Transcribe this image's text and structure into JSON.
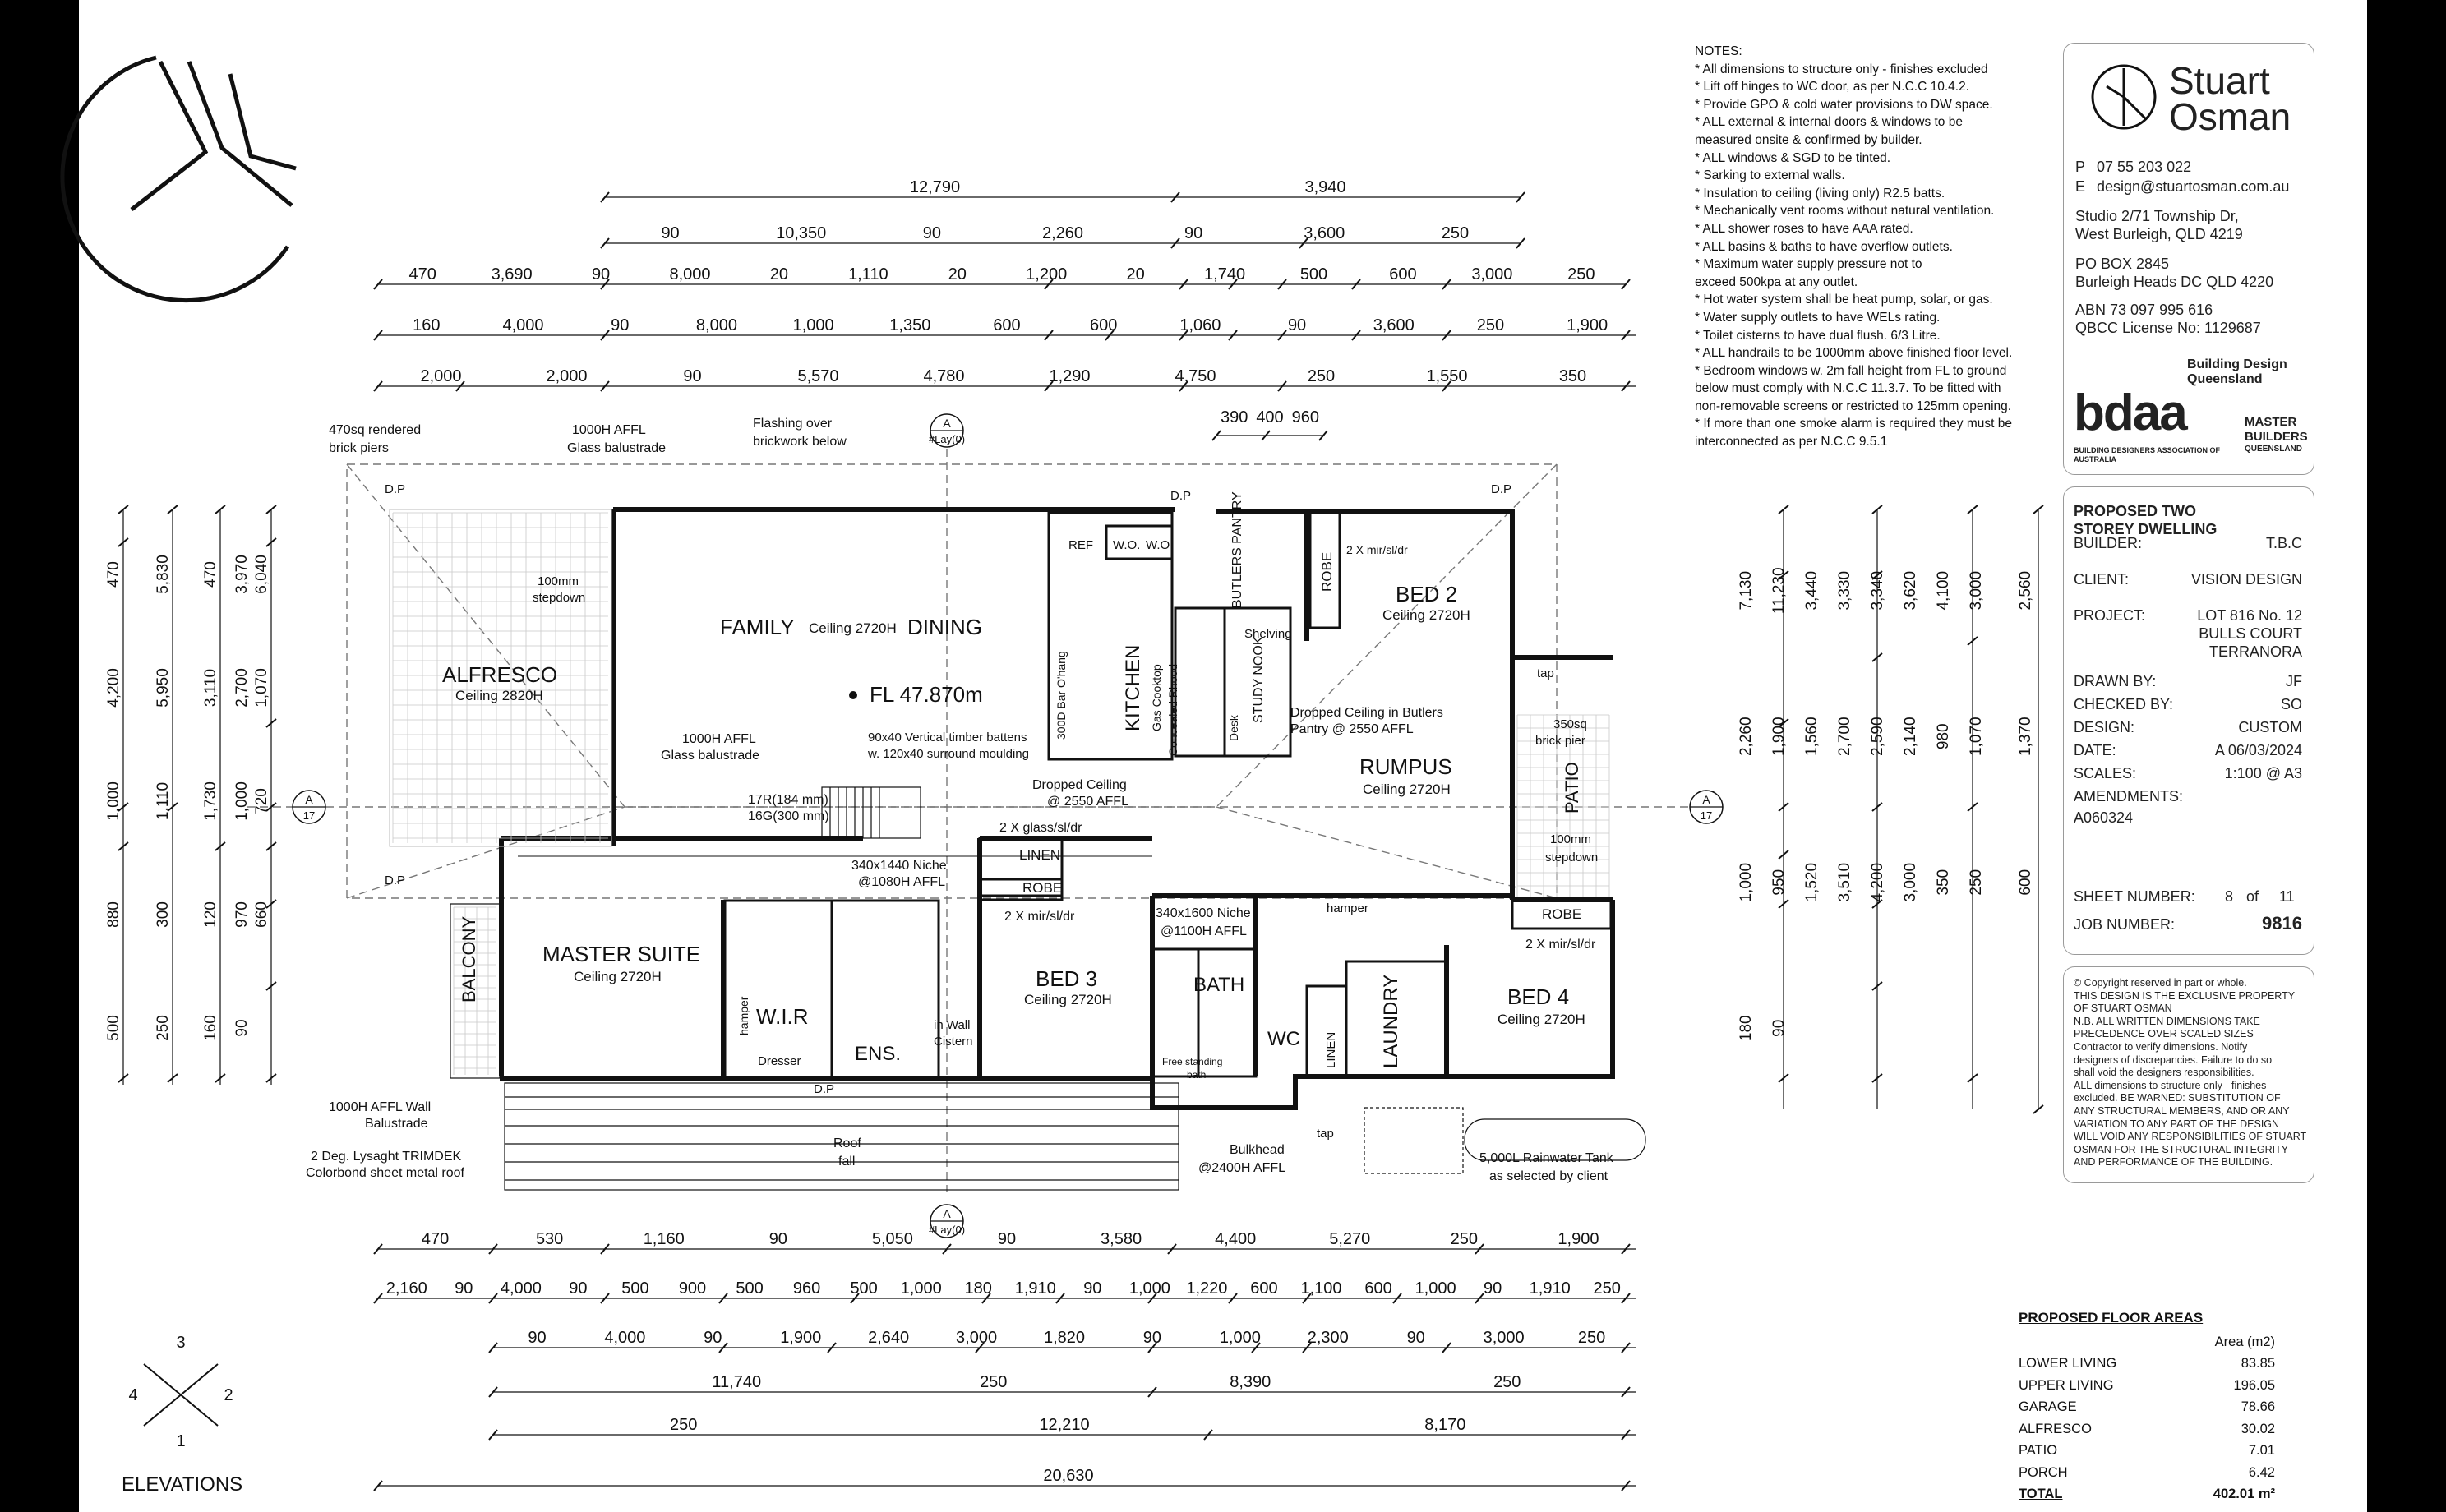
{
  "notes": {
    "heading": "NOTES:",
    "items": [
      "* All dimensions to structure only - finishes excluded",
      "* Lift off hinges to WC door, as per N.C.C 10.4.2.",
      "* Provide GPO & cold water provisions to DW space.",
      "* ALL external & internal doors & windows to be",
      "   measured onsite & confirmed by builder.",
      "* ALL windows & SGD to be tinted.",
      "* Sarking to external walls.",
      "* Insulation to ceiling (living only) R2.5 batts.",
      "* Mechanically vent rooms without natural ventilation.",
      "* ALL shower roses to have AAA rated.",
      "* ALL basins & baths to have overflow outlets.",
      "* Maximum water supply pressure not to",
      "   exceed 500kpa at any outlet.",
      "* Hot water system shall be heat pump, solar, or gas.",
      "* Water supply outlets to have WELs rating.",
      "* Toilet cisterns to have dual flush. 6/3 Litre.",
      "* ALL handrails to be 1000mm above finished floor level.",
      "* Bedroom windows w. 2m fall height from FL to ground",
      "   below must comply with N.C.C 11.3.7. To be fitted with",
      "   non-removable screens or restricted to 125mm opening.",
      "* If more than one smoke alarm is required they must be",
      "   interconnected as per N.C.C 9.5.1"
    ]
  },
  "firm": {
    "name_line1": "Stuart",
    "name_line2": "Osman",
    "phone_label": "P",
    "phone": "07 55 203 022",
    "email_label": "E",
    "email": "design@stuartosman.com.au",
    "address1": "Studio 2/71 Township Dr,",
    "address2": "West Burleigh, QLD 4219",
    "po1": "PO BOX 2845",
    "po2": "Burleigh Heads DC QLD 4220",
    "abn": "ABN 73 097 995 616",
    "qbcc": "QBCC License No: 1129687",
    "bdq": "Building Design Queensland",
    "bdaa": "bdaa",
    "bdaa_sub": "BUILDING DESIGNERS ASSOCIATION OF AUSTRALIA",
    "mb1": "MASTER",
    "mb2": "BUILDERS",
    "mb3": "QUEENSLAND"
  },
  "titleblock": {
    "project_title": "PROPOSED TWO STOREY DWELLING",
    "builder_label": "BUILDER:",
    "builder": "T.B.C",
    "client_label": "CLIENT:",
    "client": "VISION DESIGN",
    "project_label": "PROJECT:",
    "project1": "LOT 816 No. 12",
    "project2": "BULLS COURT",
    "project3": "TERRANORA",
    "drawn_label": "DRAWN BY:",
    "drawn": "JF",
    "checked_label": "CHECKED BY:",
    "checked": "SO",
    "design_label": "DESIGN:",
    "design": "CUSTOM",
    "date_label": "DATE:",
    "date": "A 06/03/2024",
    "scales_label": "SCALES:",
    "scales": "1:100 @ A3",
    "amend_label": "AMENDMENTS:",
    "amend": "A060324",
    "sheet_label": "SHEET NUMBER:",
    "sheet": "8",
    "sheet_of": "of",
    "sheet_total": "11",
    "job_label": "JOB NUMBER:",
    "job": "9816"
  },
  "copyright": [
    "© Copyright reserved in part or whole.",
    "THIS DESIGN IS THE EXCLUSIVE PROPERTY",
    "OF STUART OSMAN",
    "N.B. ALL WRITTEN DIMENSIONS TAKE",
    "PRECEDENCE OVER SCALED SIZES",
    "Contractor to verify dimensions. Notify",
    "designers of discrepancies. Failure to do so",
    "shall void the designers responsibilities.",
    "ALL dimensions to structure only - finishes",
    "excluded. BE WARNED: SUBSTITUTION OF",
    "ANY STRUCTURAL MEMBERS, AND OR ANY",
    "VARIATION TO ANY PART OF THE DESIGN",
    "WILL VOID ANY RESPONSIBILITIES OF STUART",
    "OSMAN FOR THE STRUCTURAL INTEGRITY",
    "AND PERFORMANCE OF THE BUILDING."
  ],
  "areas": {
    "heading": "PROPOSED FLOOR AREAS",
    "unit": "Area (m2)",
    "rows": [
      {
        "name": "LOWER LIVING",
        "value": "83.85"
      },
      {
        "name": "UPPER LIVING",
        "value": "196.05"
      },
      {
        "name": "GARAGE",
        "value": "78.66"
      },
      {
        "name": "ALFRESCO",
        "value": "30.02"
      },
      {
        "name": "PATIO",
        "value": "7.01"
      },
      {
        "name": "PORCH",
        "value": "6.42"
      }
    ],
    "total_label": "TOTAL",
    "total_value": "402.01 m²"
  },
  "plan": {
    "rooms": {
      "family": "FAMILY",
      "family_ceiling": "Ceiling 2720H",
      "dining": "DINING",
      "fl": "FL 47.870m",
      "alfresco": "ALFRESCO",
      "alfresco_ceiling": "Ceiling 2820H",
      "kitchen": "KITCHEN",
      "butlers": "BUTLERS PANTRY",
      "robe": "ROBE",
      "bed2": "BED 2",
      "bed2_ceiling": "Ceiling 2720H",
      "rumpus": "RUMPUS",
      "rumpus_ceiling": "Ceiling 2720H",
      "patio": "PATIO",
      "master": "MASTER SUITE",
      "master_ceiling": "Ceiling 2720H",
      "wir": "W.I.R",
      "ens": "ENS.",
      "bed3": "BED 3",
      "bed3_ceiling": "Ceiling 2720H",
      "bath": "BATH",
      "wc": "WC",
      "laundry": "LAUNDRY",
      "bed4": "BED 4",
      "bed4_ceiling": "Ceiling 2720H",
      "balcony": "BALCONY",
      "linen": "LINEN",
      "study": "STUDY NOOK",
      "desk": "Desk"
    },
    "labels": {
      "rendered_piers": "470sq rendered",
      "brick_piers": "brick piers",
      "balustrade1": "1000H AFFL",
      "balustrade2": "Glass balustrade",
      "flashing1": "Flashing over",
      "flashing2": "brickwork below",
      "stepdown1": "100mm",
      "stepdown2": "stepdown",
      "cooktop": "Gas Cooktop",
      "rhood": "Concealed Rhood",
      "bar": "300D Bar O'hang",
      "dropped1": "Dropped Ceiling in Butlers",
      "dropped2": "Pantry @ 2550 AFFL",
      "dropped3": "Dropped Ceiling",
      "dropped4": "@ 2550 AFFL",
      "battens1": "90x40 Vertical timber battens",
      "battens2": "w. 120x40 surround moulding",
      "stairs1": "17R(184 mm)",
      "stairs2": "16G(300 mm)",
      "niche1": "340x1440 Niche",
      "niche2": "@1080H AFFL",
      "niche3": "340x1600 Niche",
      "niche4": "@1100H AFFL",
      "glass": "2 X glass/sl/dr",
      "mirror": "2 X mir/sl/dr",
      "hamper": "hamper",
      "dresser": "Dresser",
      "cistern1": "in Wall",
      "cistern2": "Cistern",
      "bath_free1": "Free standing",
      "bath_free2": "bath",
      "bulkhead1": "Bulkhead",
      "bulkhead2": "@2400H AFFL",
      "tank1": "5,000L Rainwater Tank",
      "tank2": "as selected by client",
      "wall_bal1": "1000H AFFL Wall",
      "wall_bal2": "Balustrade",
      "roof1": "2 Deg. Lysaght TRIMDEK",
      "roof2": "Colorbond sheet metal roof",
      "roof_fall1": "Roof",
      "roof_fall2": "fall",
      "pier1": "350sq",
      "pier2": "brick pier",
      "shelving": "Shelving",
      "ref": "REF",
      "wo": "W.O.",
      "tap": "tap",
      "dp": "D.P",
      "section_a": "A",
      "section_ref": "#Lay(0)",
      "section_17": "17",
      "elevations": "ELEVATIONS"
    },
    "top_dims": {
      "r1": [
        "12,790",
        "3,940"
      ],
      "r2": [
        "90",
        "10,350",
        "90",
        "2,260",
        "90",
        "3,600",
        "250"
      ],
      "r3": [
        "470",
        "3,690",
        "90",
        "8,000",
        "20",
        "1,110",
        "20",
        "1,200",
        "20",
        "1,740",
        "500",
        "600",
        "3,000",
        "250"
      ],
      "r4": [
        "160",
        "4,000",
        "90",
        "8,000",
        "1,000",
        "1,350",
        "600",
        "600",
        "1,060",
        "90",
        "3,600",
        "250",
        "1,900"
      ],
      "r5": [
        "2,000",
        "2,000",
        "90",
        "5,570",
        "4,780",
        "1,290",
        "4,750",
        "250",
        "1,550",
        "350"
      ],
      "r6": [
        "390",
        "400",
        "960"
      ]
    },
    "bottom_dims": {
      "r1": [
        "470",
        "530",
        "1,160",
        "90",
        "5,050",
        "90",
        "3,580",
        "4,400",
        "5,270",
        "250",
        "1,900"
      ],
      "r2": [
        "2,160",
        "90",
        "4,000",
        "90",
        "500",
        "900",
        "500",
        "960",
        "500",
        "1,000",
        "180",
        "1,910",
        "90",
        "1,000",
        "1,220",
        "600",
        "1,100",
        "600",
        "1,000",
        "90",
        "1,910",
        "250"
      ],
      "r3": [
        "90",
        "4,000",
        "90",
        "1,900",
        "2,640",
        "3,000",
        "1,820",
        "90",
        "1,000",
        "2,300",
        "90",
        "3,000",
        "250"
      ],
      "r4": [
        "11,740",
        "250",
        "8,390",
        "250"
      ],
      "r5": [
        "250",
        "12,210",
        "8,170"
      ],
      "r6": [
        "20,630"
      ]
    },
    "left_dims": [
      "470",
      "5,830",
      "470",
      "3,970",
      "6,040",
      "4,200",
      "5,950",
      "3,110",
      "2,700",
      "1,070",
      "1,000",
      "1,110",
      "1,730",
      "1,000",
      "720",
      "880",
      "300",
      "120",
      "970",
      "660",
      "500",
      "250",
      "160",
      "90"
    ],
    "right_dims": [
      "7,130",
      "11,230",
      "3,440",
      "3,330",
      "3,340",
      "3,620",
      "4,100",
      "3,000",
      "2,560",
      "2,260",
      "1,900",
      "1,560",
      "2,700",
      "2,590",
      "2,140",
      "980",
      "1,070",
      "1,370",
      "1,000",
      "950",
      "1,520",
      "3,510",
      "4,200",
      "3,000",
      "350",
      "250",
      "600",
      "180",
      "90"
    ],
    "compass": [
      "3",
      "4",
      "2",
      "1"
    ]
  }
}
